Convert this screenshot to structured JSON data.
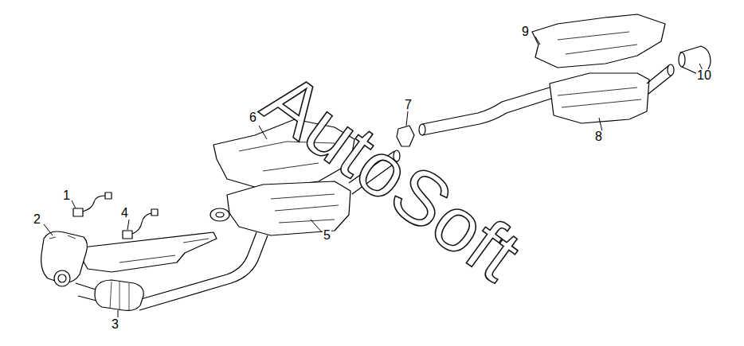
{
  "diagram": {
    "labels": [
      "1",
      "2",
      "3",
      "4",
      "5",
      "6",
      "7",
      "8",
      "9",
      "10",
      "AutoSoft"
    ]
  }
}
